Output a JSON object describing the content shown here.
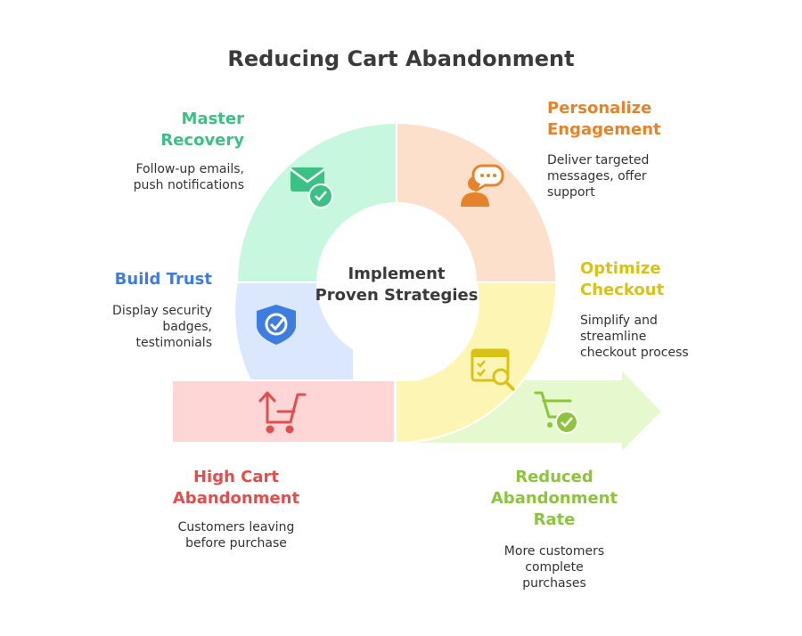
{
  "title": "Reducing Cart Abandonment",
  "center": {
    "line1": "Implement",
    "line2": "Proven Strategies"
  },
  "sections": {
    "master_recovery": {
      "title_lines": [
        "Master",
        "Recovery"
      ],
      "desc_lines": [
        "Follow-up emails,",
        "push notifications"
      ],
      "color": "#3cc184",
      "fill": "#c7f7de",
      "icon": "email-check-icon"
    },
    "personalize": {
      "title_lines": [
        "Personalize",
        "Engagement"
      ],
      "desc_lines": [
        "Deliver targeted",
        "messages, offer",
        "support"
      ],
      "color": "#e5832b",
      "fill": "#fde0cb",
      "icon": "person-chat-icon"
    },
    "build_trust": {
      "title_lines": [
        "Build Trust"
      ],
      "desc_lines": [
        "Display security",
        "badges,",
        "testimonials"
      ],
      "color": "#3d7de0",
      "fill": "#dbe7fd",
      "icon": "shield-check-icon"
    },
    "optimize": {
      "title_lines": [
        "Optimize",
        "Checkout"
      ],
      "desc_lines": [
        "Simplify and",
        "streamline",
        "checkout process"
      ],
      "color": "#d9c216",
      "fill": "#fdf5b3",
      "icon": "checklist-search-icon"
    },
    "high_abandonment": {
      "title_lines": [
        "High Cart",
        "Abandonment"
      ],
      "desc_lines": [
        "Customers leaving",
        "before purchase"
      ],
      "color": "#e24d4d",
      "fill": "#ffd6d6",
      "icon": "cart-up-arrow-icon"
    },
    "reduced": {
      "title_lines": [
        "Reduced",
        "Abandonment",
        "Rate"
      ],
      "desc_lines": [
        "More customers",
        "complete",
        "purchases"
      ],
      "color": "#8cc43e",
      "fill": "#e6f8cd",
      "icon": "cart-check-icon"
    }
  }
}
